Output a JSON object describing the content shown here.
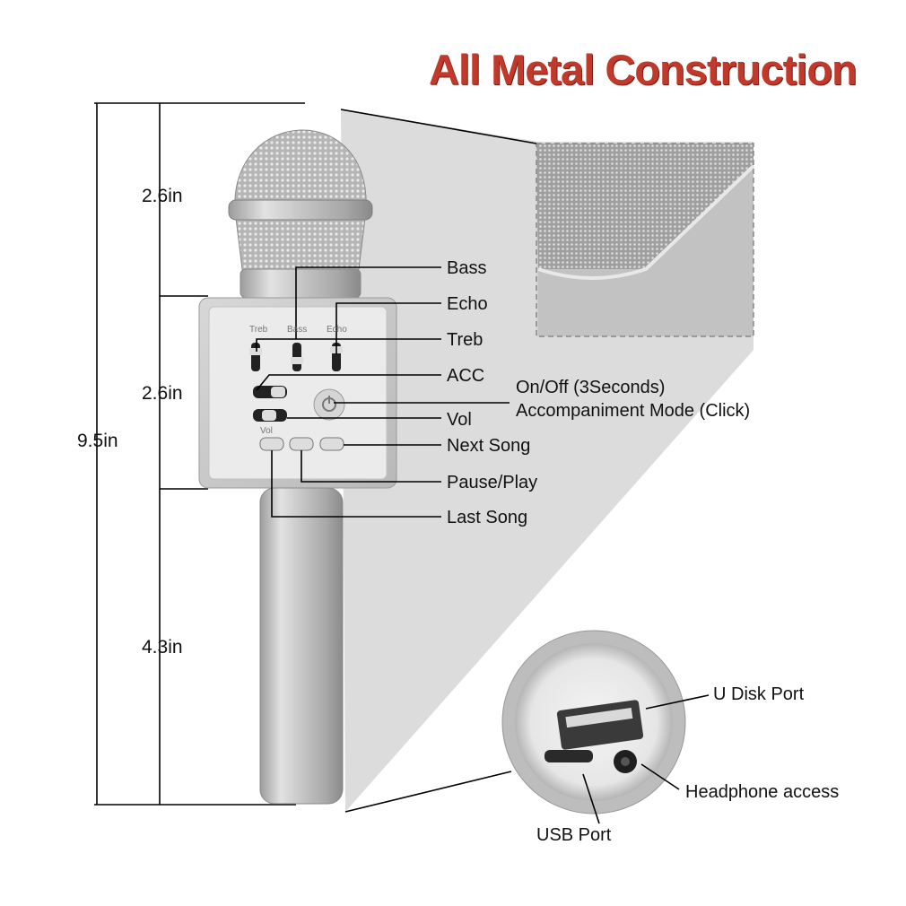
{
  "title": "All Metal Construction",
  "dimensions": {
    "total": "9.5in",
    "head": "2.6in",
    "panel": "2.6in",
    "handle": "4.3in"
  },
  "panel_labels": {
    "treb": "Treb",
    "bass": "Bass",
    "echo": "Echo",
    "vol": "Vol"
  },
  "callouts": {
    "bass": "Bass",
    "echo": "Echo",
    "treb": "Treb",
    "acc": "ACC",
    "on_off_line1": "On/Off (3Seconds)",
    "on_off_line2": "Accompaniment Mode (Click)",
    "vol": "Vol",
    "next_song": "Next Song",
    "pause_play": "Pause/Play",
    "last_song": "Last Song",
    "u_disk_port": "U Disk Port",
    "headphone_access": "Headphone access",
    "usb_port": "USB Port"
  },
  "colors": {
    "title": "#c0392b",
    "metal": "#c4c4c4",
    "backdrop": "#dcdcdc"
  }
}
